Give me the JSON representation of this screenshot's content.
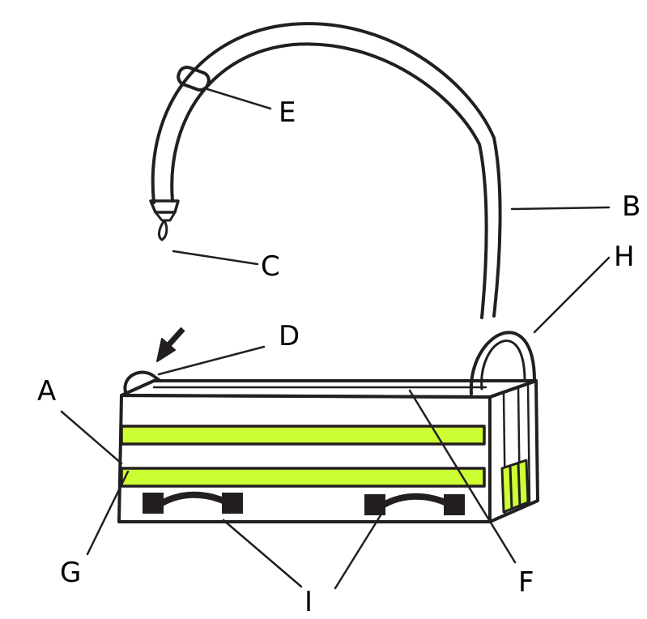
{
  "labels": {
    "A": "A",
    "B": "B",
    "C": "C",
    "D": "D",
    "E": "E",
    "F": "F",
    "G": "G",
    "H": "H",
    "I": "I"
  },
  "colors": {
    "stroke": "#231f20",
    "stripe": "#ccff33",
    "background": "#ffffff"
  }
}
